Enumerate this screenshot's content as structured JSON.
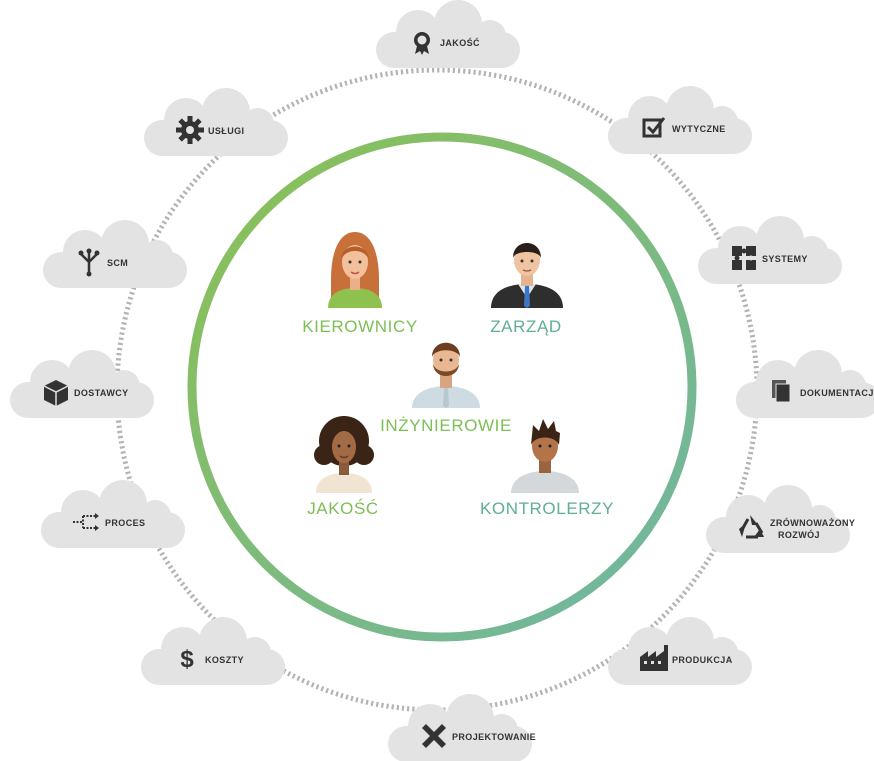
{
  "colors": {
    "ring_start": "#8cc152",
    "ring_end": "#6fb5a6",
    "dotted_ring": "#b3b3b3",
    "cloud": "#e3e3e3",
    "cloud_text": "#333333",
    "role_green": "#7cbf55",
    "role_teal": "#5fae96"
  },
  "clouds": [
    {
      "label": "JAKOŚĆ",
      "icon": "award-ribbon-icon"
    },
    {
      "label": "WYTYCZNE",
      "icon": "checkbox-icon"
    },
    {
      "label": "SYSTEMY",
      "icon": "puzzle-icon"
    },
    {
      "label": "DOKUMENTACJA",
      "icon": "documents-icon"
    },
    {
      "label": "ZRÓWNOWAŻONY",
      "label2": "ROZWÓJ",
      "icon": "recycle-icon"
    },
    {
      "label": "PRODUKCJA",
      "icon": "factory-icon"
    },
    {
      "label": "PROJEKTOWANIE",
      "icon": "pencil-ruler-icon"
    },
    {
      "label": "KOSZTY",
      "icon": "dollar-icon"
    },
    {
      "label": "PROCES",
      "icon": "process-flow-icon"
    },
    {
      "label": "DOSTAWCY",
      "icon": "box-icon"
    },
    {
      "label": "SCM",
      "icon": "fork-icon"
    },
    {
      "label": "USŁUGI",
      "icon": "gear-icon"
    }
  ],
  "roles": [
    {
      "label": "KIEROWNICY",
      "avatar": "woman-redhair-avatar"
    },
    {
      "label": "ZARZĄD",
      "avatar": "man-suit-avatar"
    },
    {
      "label": "INŻYNIEROWIE",
      "avatar": "man-beard-avatar"
    },
    {
      "label": "JAKOŚĆ",
      "avatar": "woman-curly-avatar"
    },
    {
      "label": "KONTROLERZY",
      "avatar": "man-spiky-avatar"
    }
  ]
}
